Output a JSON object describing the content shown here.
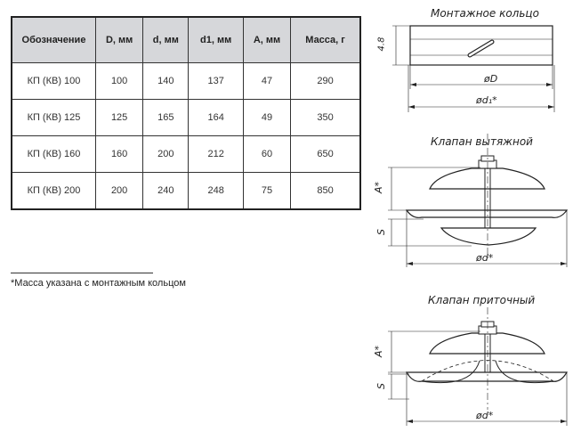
{
  "table": {
    "headers": [
      "Обозначение",
      "D, мм",
      "d, мм",
      "d1, мм",
      "A, мм",
      "Масса, г"
    ],
    "rows": [
      [
        "КП (КВ) 100",
        "100",
        "140",
        "137",
        "47",
        "290"
      ],
      [
        "КП (КВ) 125",
        "125",
        "165",
        "164",
        "49",
        "350"
      ],
      [
        "КП (КВ) 160",
        "160",
        "200",
        "212",
        "60",
        "650"
      ],
      [
        "КП (КВ) 200",
        "200",
        "240",
        "248",
        "75",
        "850"
      ]
    ]
  },
  "footnote": "*Масса указана с монтажным кольцом",
  "drawings": {
    "ring": {
      "title": "Монтажное кольцо",
      "height_label": "4.8",
      "dim_D": "øD",
      "dim_d1": "ød₁*"
    },
    "exhaust": {
      "title": "Клапан вытяжной",
      "dim_A": "A*",
      "dim_S": "S",
      "dim_d": "ød*"
    },
    "supply": {
      "title": "Клапан приточный",
      "dim_A": "A*",
      "dim_S": "S",
      "dim_d": "ød*"
    }
  }
}
